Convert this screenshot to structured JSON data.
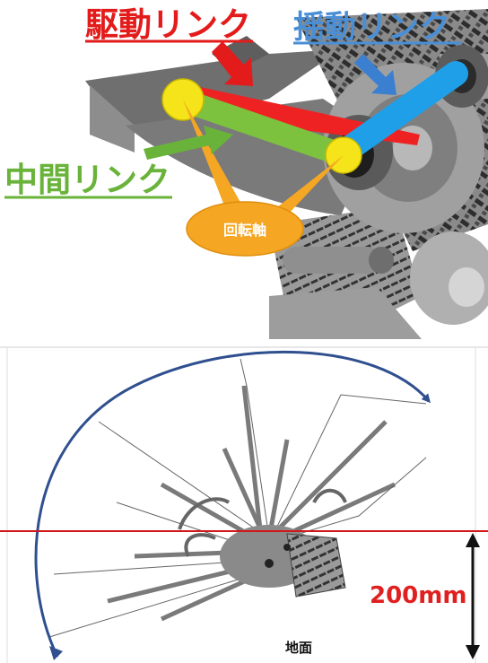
{
  "top_panel": {
    "drive_link_label": "駆動リンク",
    "rocker_link_label": "揺動リンク",
    "middle_link_label": "中間リンク",
    "rotation_axis_label": "回転軸",
    "colors": {
      "drive_link": "#ee2222",
      "rocker_link": "#1e9fe8",
      "middle_link": "#7cc23e",
      "pivot": "#f5e41a",
      "callout": "#f5a623"
    }
  },
  "bottom_panel": {
    "height_label": "200mm",
    "ground_label": "地面",
    "colors": {
      "swing_arrow": "#2f4f8f",
      "reference_line": "#d01818",
      "height_text": "#e02020"
    }
  }
}
